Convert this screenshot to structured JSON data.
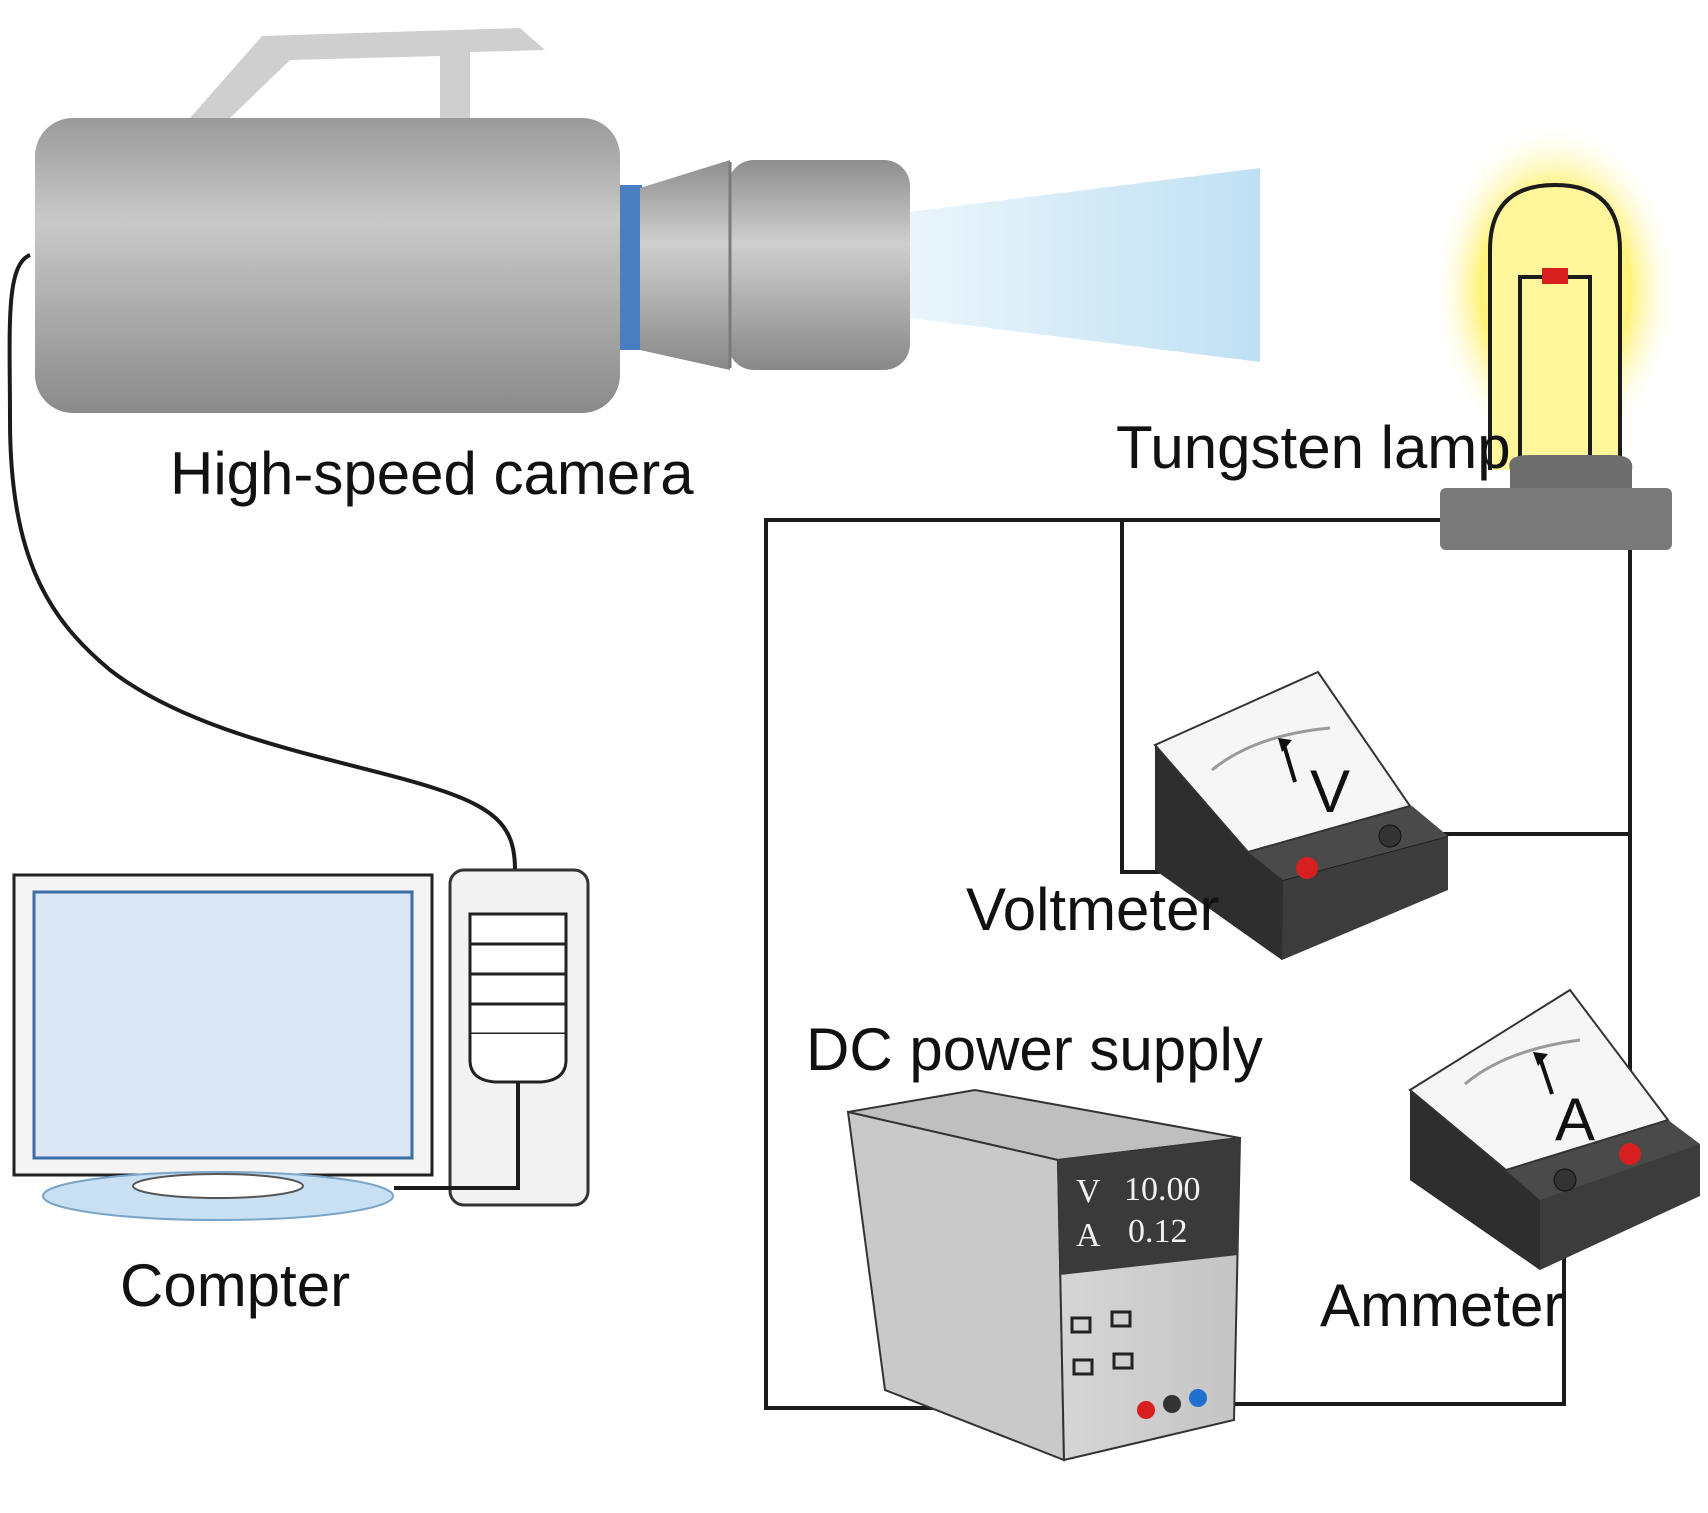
{
  "labels": {
    "camera": "High-speed camera",
    "computer": "Compter",
    "lamp": "Tungsten lamp",
    "voltmeter": "Voltmeter",
    "power_supply": "DC power supply",
    "ammeter": "Ammeter"
  },
  "voltmeter_symbol": "V",
  "ammeter_symbol": "A",
  "power_supply_display": {
    "voltage_unit": "V",
    "voltage_value": "10.00",
    "current_unit": "A",
    "current_value": "0.12"
  },
  "colors": {
    "lamp_glow": "#fff27a",
    "terminal_positive": "#d81f1f",
    "terminal_negative": "#333333",
    "terminal_blue": "#1e6fd0",
    "monitor_screen": "#dbe7f5",
    "light_beam": "#c9e4f5"
  }
}
